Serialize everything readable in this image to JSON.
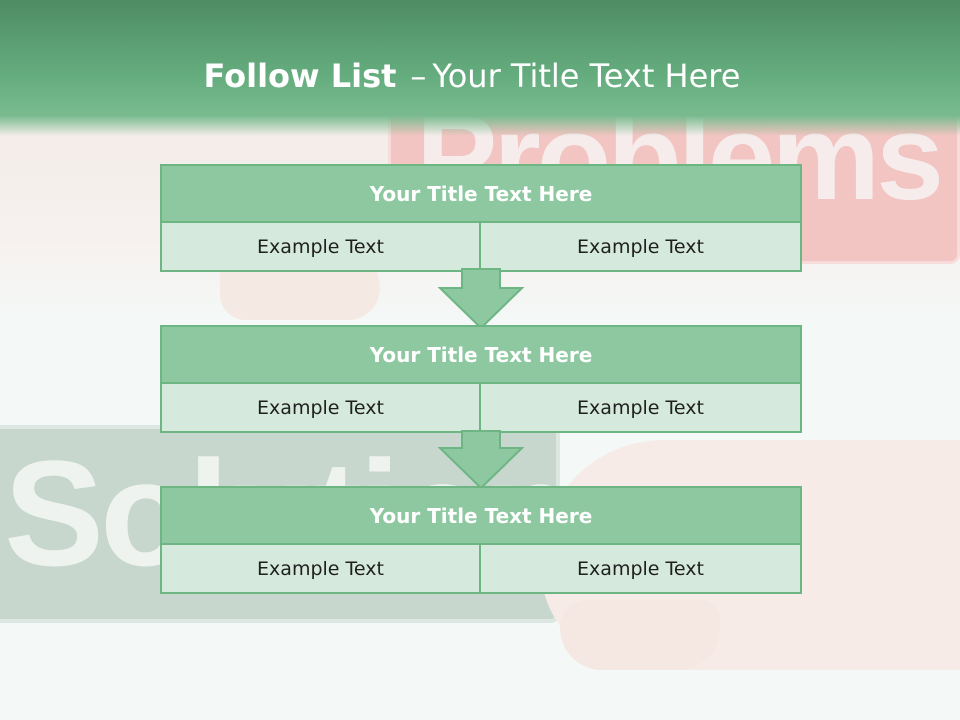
{
  "header": {
    "title_bold": "Follow List",
    "title_separator": "–",
    "title_rest": "Your Title Text Here"
  },
  "background": {
    "sign_top_text": "Problems",
    "sign_bottom_text": "Solution"
  },
  "blocks": [
    {
      "title": "Your Title Text Here",
      "left": "Example Text",
      "right": "Example Text"
    },
    {
      "title": "Your Title Text Here",
      "left": "Example Text",
      "right": "Example Text"
    },
    {
      "title": "Your Title Text Here",
      "left": "Example Text",
      "right": "Example Text"
    }
  ],
  "colors": {
    "header_green": "#64ac7e",
    "block_title_green": "#8dc8a1",
    "block_cell_green": "#d5e9dc",
    "border_green": "#6db583"
  }
}
